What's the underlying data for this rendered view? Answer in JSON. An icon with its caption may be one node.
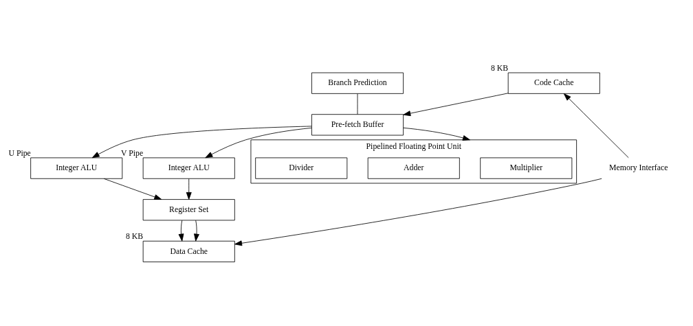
{
  "diagram": {
    "nodes": [
      {
        "text": [
          "Code Cache"
        ],
        "beside": [
          "8 KB"
        ]
      },
      {
        "text": [
          "Branch Prediction"
        ]
      },
      {
        "text": [
          "Pre-fetch Buffer"
        ]
      },
      {
        "text": [
          "Memory Interface"
        ]
      },
      {
        "text": [
          "Integer ALU"
        ],
        "beside": [
          "U Pipe"
        ]
      },
      {
        "text": [
          "Integer ALU"
        ],
        "beside": [
          "V Pipe"
        ]
      },
      {
        "text": [
          "Register Set"
        ]
      },
      {
        "text": [
          "Data Cache"
        ],
        "beside": [
          "8 KB"
        ]
      },
      {
        "text": [
          "Pipelined Floating Point Unit"
        ]
      },
      {
        "text": [
          "Multiplier"
        ],
        "in": 8
      },
      {
        "text": [
          "Adder"
        ],
        "in": 8
      },
      {
        "text": [
          "Divider"
        ],
        "in": 8
      }
    ],
    "edges": [
      {
        "from": 3,
        "to": 0,
        "arrow": "to"
      },
      {
        "from": 3,
        "to": 7,
        "arrow": "to"
      },
      {
        "from": 0,
        "to": 2,
        "arrow": "to"
      },
      {
        "from": 1,
        "to": 2,
        "arrow": "none"
      },
      {
        "from": 2,
        "to": 8,
        "arrow": "to"
      },
      {
        "from": 2,
        "to": 4,
        "arrow": "to"
      },
      {
        "from": 2,
        "to": 5,
        "arrow": "to"
      },
      {
        "from": 4,
        "to": 6,
        "arrow": "to"
      },
      {
        "from": 5,
        "to": 6,
        "arrow": "to"
      },
      {
        "from": 6,
        "to": 7,
        "arrow": "to"
      },
      {
        "from": 6,
        "to": 7,
        "arrow": "to"
      }
    ]
  }
}
